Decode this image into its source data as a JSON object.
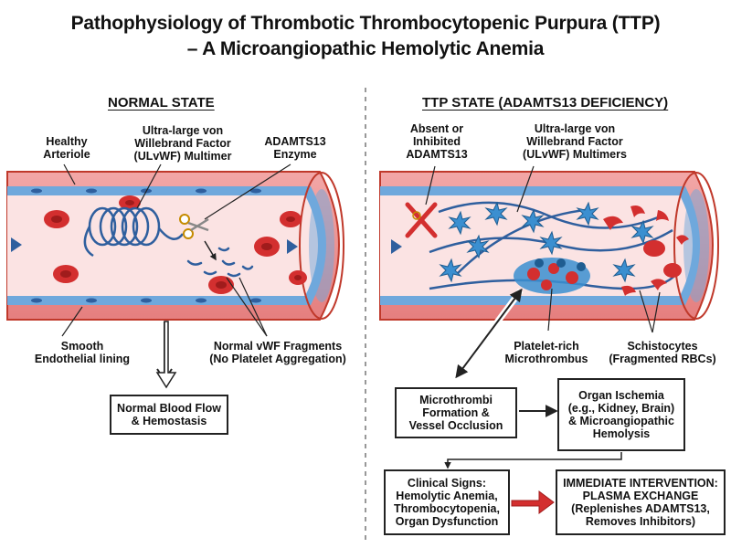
{
  "title": {
    "line1": "Pathophysiology of Thrombotic Thrombocytopenic Purpura (TTP)",
    "line2": "– A Microangiopathic Hemolytic Anemia"
  },
  "normal": {
    "heading": "NORMAL STATE",
    "labels": {
      "arteriole": "Healthy\nArteriole",
      "ulvwf": "Ultra-large von\nWillebrand Factor\n(ULvWF) Multimer",
      "adamts13": "ADAMTS13\nEnzyme",
      "endothelium": "Smooth\nEndothelial lining",
      "fragments": "Normal vWF Fragments\n(No Platelet Aggregation)"
    },
    "outcome_box": "Normal Blood Flow\n& Hemostasis"
  },
  "ttp": {
    "heading": "TTP STATE (ADAMTS13 DEFICIENCY)",
    "labels": {
      "absent": "Absent or\nInhibited\nADAMTS13",
      "ulvwf": "Ultra-large von\nWillebrand Factor\n(ULvWF) Multimers",
      "microthrombus": "Platelet-rich\nMicrothrombus",
      "schistocytes": "Schistocytes\n(Fragmented RBCs)"
    },
    "flow": {
      "occlusion": "Microthrombi\nFormation &\nVessel Occlusion",
      "ischemia": "Organ Ischemia\n(e.g., Kidney, Brain)\n& Microangiopathic\nHemolysis",
      "signs": "Clinical Signs:\nHemolytic Anemia,\nThrombocytopenia,\nOrgan Dysfunction",
      "intervention": "IMMEDIATE INTERVENTION:\nPLASMA EXCHANGE\n(Replenishes ADAMTS13,\nRemoves Inhibitors)"
    }
  },
  "colors": {
    "vessel_wall": "#e88a8a",
    "vessel_wall_dark": "#c0392b",
    "endothelium": "#6fa8dc",
    "lumen": "#fbe3e3",
    "rbc": "#d32f2f",
    "vwf": "#2f5f9e",
    "platelet": "#3b8fd0",
    "emphasis_arrow": "#d32f2f"
  }
}
